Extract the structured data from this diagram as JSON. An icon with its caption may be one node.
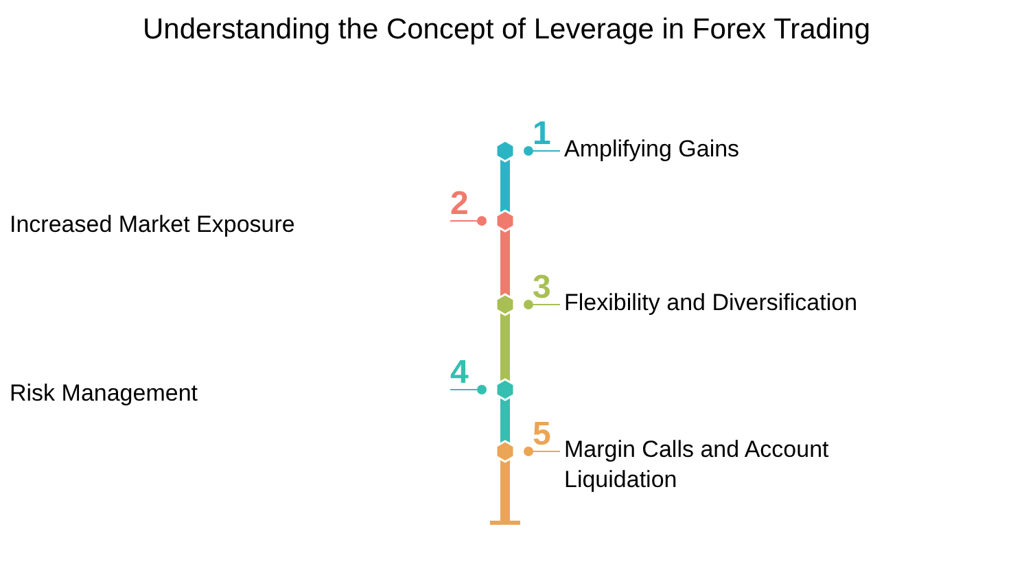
{
  "diagram": {
    "title": "Understanding the Concept of Leverage in Forex Trading",
    "nodes": [
      {
        "text": [
          "Amplifying Gains"
        ]
      },
      {
        "text": [
          "Increased Market Exposure"
        ]
      },
      {
        "text": [
          "Flexibility and Diversification"
        ]
      },
      {
        "text": [
          "Risk Management"
        ]
      },
      {
        "text": [
          "Margin Calls and Account Liquidation"
        ]
      }
    ],
    "labels": [
      "1",
      "2",
      "3",
      "4",
      "5"
    ]
  }
}
